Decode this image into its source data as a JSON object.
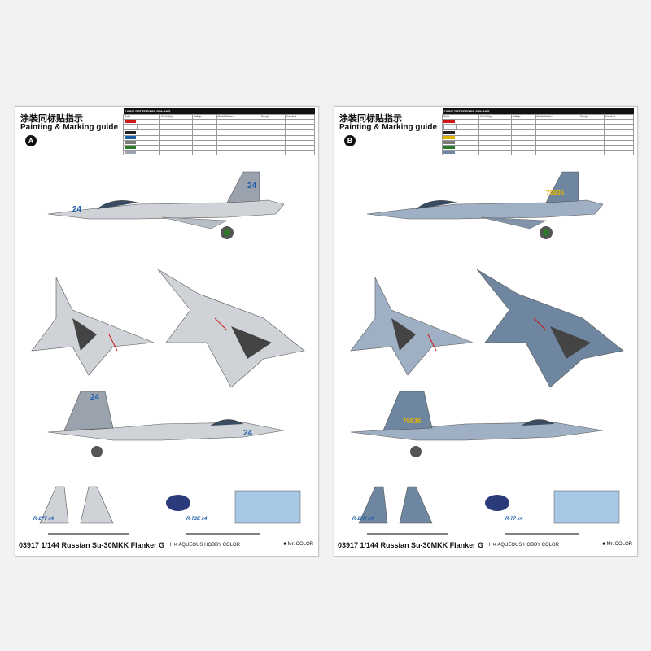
{
  "sheets": [
    {
      "id": "a",
      "title_cn": "涂装同标贴指示",
      "title_en": "Painting & Marking guide",
      "variant": "A",
      "tail_number": "24",
      "missiles": [
        "R-27T x4",
        "R-73E x4"
      ],
      "footer_code": "03917 1/144 Russian Su-30MKK Flanker G",
      "colors": {
        "camo_light": "#cfd3d8",
        "camo_mid": "#9aa3ad",
        "camo_dark": "#6b7784",
        "tailno": "#1f5fa8"
      }
    },
    {
      "id": "b",
      "title_cn": "涂装同标贴指示",
      "title_en": "Painting & Marking guide",
      "variant": "B",
      "tail_number": "79836",
      "missiles": [
        "R-27R x4",
        "R-77 x4"
      ],
      "footer_code": "03917 1/144 Russian Su-30MKK Flanker G",
      "colors": {
        "camo_light": "#9fb0c4",
        "camo_mid": "#6f86a0",
        "camo_dark": "#4d6580",
        "tailno": "#e0b400"
      }
    }
  ],
  "paint_table": {
    "header": "PAINT REFERENCE COLOUR",
    "columns": [
      "Color",
      "Mr.Hobby",
      "Vallejo",
      "Model Master",
      "Tamiya",
      "Humbrol"
    ]
  },
  "legend": {
    "hc": "H✕ AQUEOUS HOBBY COLOR",
    "mr": "■ Mr. COLOR"
  }
}
